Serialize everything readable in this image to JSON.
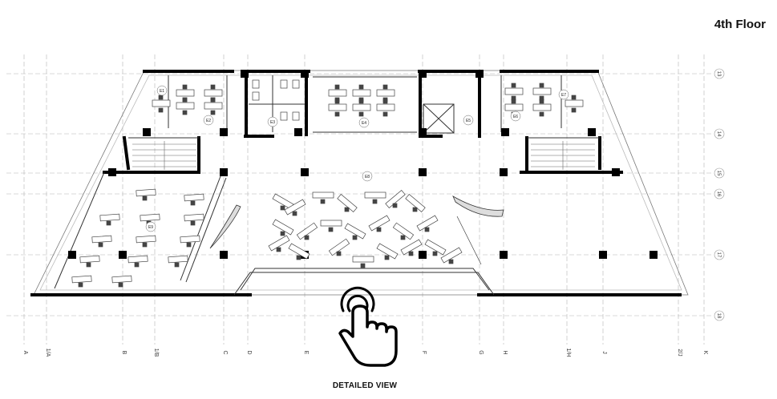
{
  "header": {
    "title": "4th Floor"
  },
  "axes": {
    "columns": [
      "A",
      "1/A",
      "B",
      "1/B",
      "C",
      "D",
      "E",
      "F",
      "G",
      "H",
      "1/H",
      "J",
      "2/J",
      "K"
    ],
    "rows": [
      "13",
      "14",
      "15",
      "16",
      "17",
      "18"
    ]
  },
  "rooms": [
    "E1",
    "E2",
    "E3",
    "E4",
    "E5",
    "E6",
    "E7",
    "E8",
    "E9"
  ],
  "cta": {
    "label": "DETAILED VIEW",
    "icon": "tap-hand-icon"
  },
  "colors": {
    "line": "#9a9a9a",
    "wall": "#000000",
    "furniture": "#555555"
  }
}
